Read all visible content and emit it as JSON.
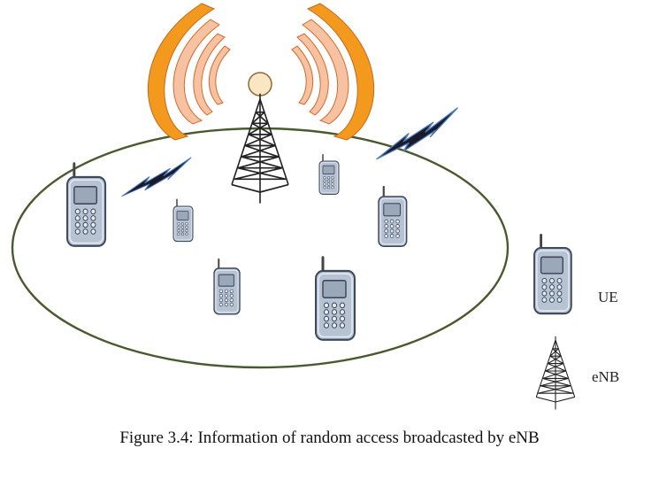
{
  "caption": "Figure 3.4: Information of random access broadcasted by eNB",
  "legend": {
    "ue_label": "UE",
    "enb_label": "eNB"
  },
  "icons": {
    "ue": "mobile-phone-icon",
    "enb": "cell-tower-icon",
    "signal": "lightning-bolt-icon",
    "broadcast": "radio-waves-icon"
  },
  "colors": {
    "cell_outline": "#4a5a2e",
    "wave_outer": "#f39a1e",
    "wave_inner": "#f7c2a2",
    "phone_body": "#b7c3d3",
    "tower": "#222222",
    "bolt": "#1a1a2a",
    "bolt_outline": "#4a79b8"
  }
}
